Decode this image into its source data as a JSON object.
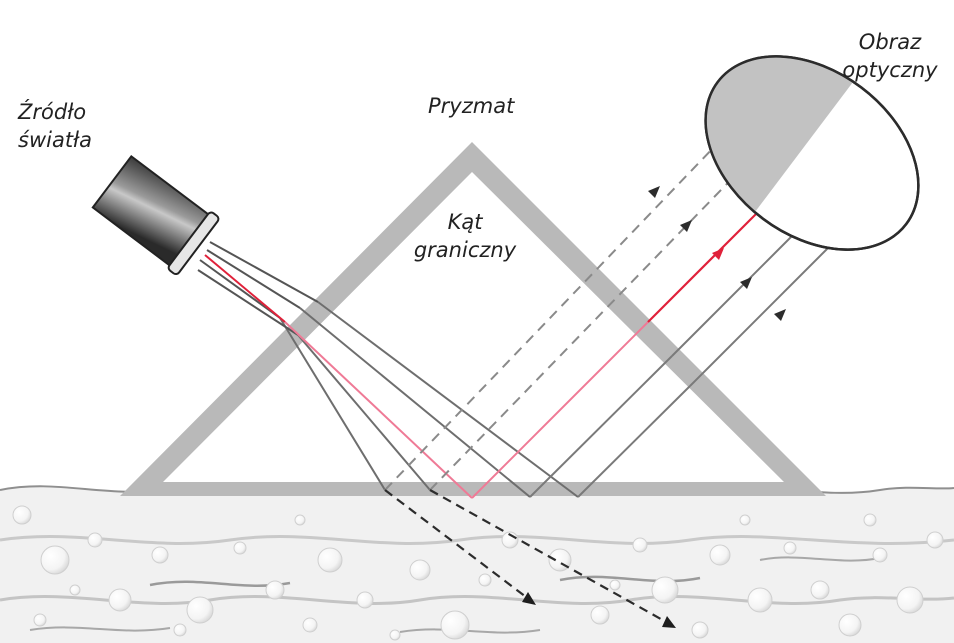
{
  "labels": {
    "light_source": [
      "Źródło",
      "światła"
    ],
    "prism": "Pryzmat",
    "critical_angle": [
      "Kąt",
      "graniczny"
    ],
    "optical_image": [
      "Obraz",
      "optyczny"
    ]
  },
  "colors": {
    "prism": "#b9b9b9",
    "ray_gray": "#7a7a7a",
    "ray_red": "#e0213a",
    "ray_pink": "#ef7a96",
    "ray_dashed_gray": "#8a8a8a",
    "ray_dashed_dark": "#2c2c2c",
    "liquid": "#f1f1f1",
    "image_dark": "#c2c2c2"
  },
  "icons": [
    "light-source-icon",
    "optical-image-icon",
    "bubble-icon"
  ]
}
